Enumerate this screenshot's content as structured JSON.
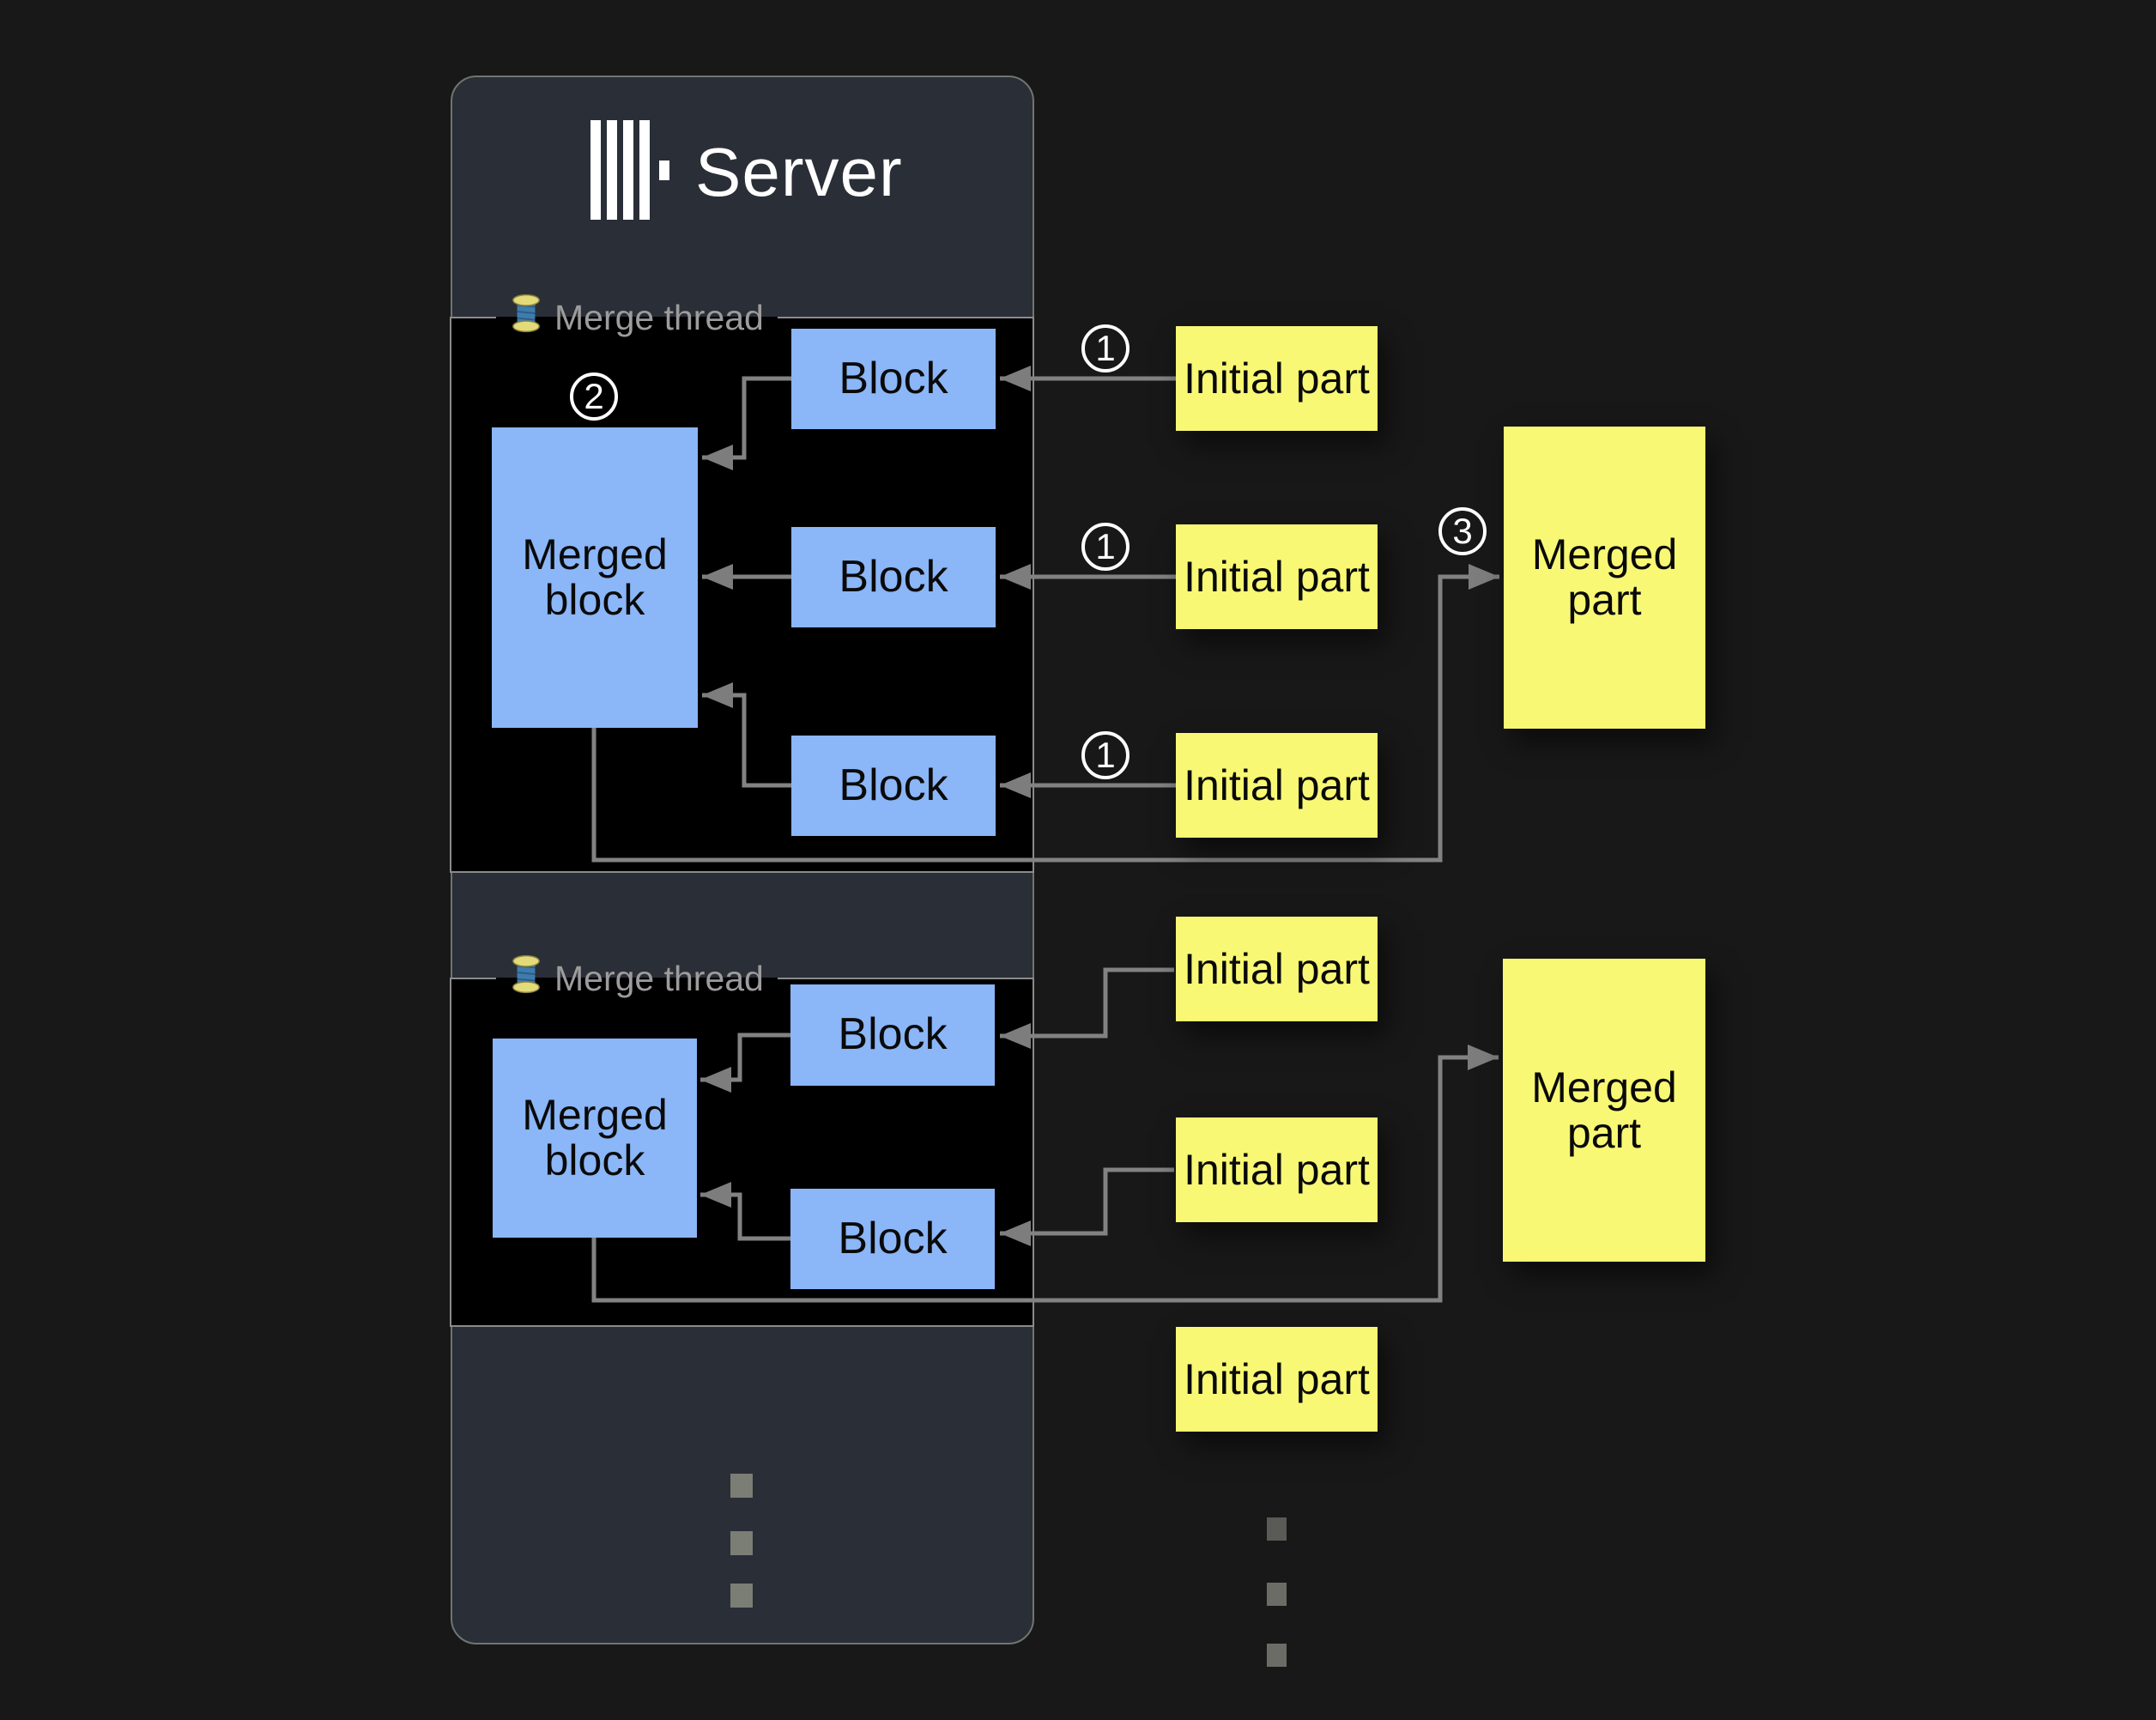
{
  "server": {
    "title": "Server",
    "logo_icon": "clickhouse-bars-logo"
  },
  "thread1": {
    "icon": "thread-spool-icon",
    "label": "Merge thread",
    "merged": "Merged block",
    "b1": "Block",
    "b2": "Block",
    "b3": "Block"
  },
  "thread2": {
    "icon": "thread-spool-icon",
    "label": "Merge thread",
    "merged": "Merged block",
    "b1": "Block",
    "b2": "Block"
  },
  "parts": {
    "ip1": "Initial part",
    "ip2": "Initial part",
    "ip3": "Initial part",
    "ip4": "Initial part",
    "ip5": "Initial part",
    "ip6": "Initial part",
    "mp1": "Merged part",
    "mp2": "Merged part"
  },
  "steps": {
    "s1a": "1",
    "s1b": "1",
    "s1c": "1",
    "s2": "2",
    "s3": "3"
  },
  "icons": {
    "ellipsis": "vertical-ellipsis-dots"
  },
  "colors": {
    "page_bg": "#181818",
    "server_bg": "#2a2e37",
    "container_bg": "#000000",
    "block_blue": "#8bb6f7",
    "part_yellow": "#f8f874",
    "connector_gray": "#828282",
    "label_gray": "#9c9c9c",
    "text_white": "#ffffff"
  }
}
